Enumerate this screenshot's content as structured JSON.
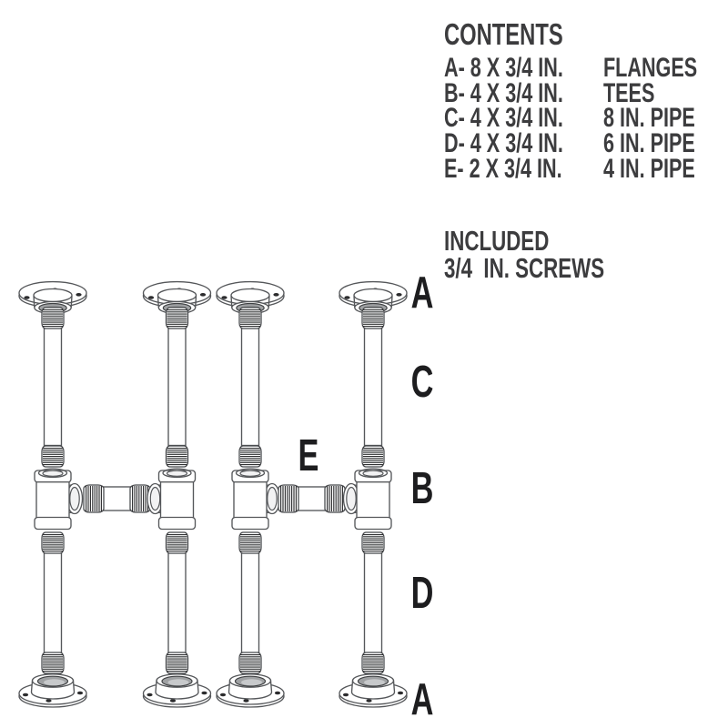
{
  "contents": {
    "title": "CONTENTS",
    "items": [
      {
        "code": "A- 8 X 3/4 IN.",
        "name": "FLANGES"
      },
      {
        "code": "B- 4 X 3/4 IN.",
        "name": "TEES"
      },
      {
        "code": "C- 4 X 3/4 IN.",
        "name": "8 IN. PIPE"
      },
      {
        "code": "D- 4 X 3/4 IN.",
        "name": "6 IN. PIPE"
      },
      {
        "code": "E- 2 X 3/4 IN.",
        "name": "4 IN. PIPE"
      }
    ]
  },
  "included": {
    "title": "INCLUDED",
    "text": "3/4  IN. SCREWS"
  },
  "diagram": {
    "labels": {
      "flange_top": "A",
      "pipe_upper": "C",
      "connector": "E",
      "tee": "B",
      "pipe_lower": "D",
      "flange_bottom": "A"
    }
  }
}
